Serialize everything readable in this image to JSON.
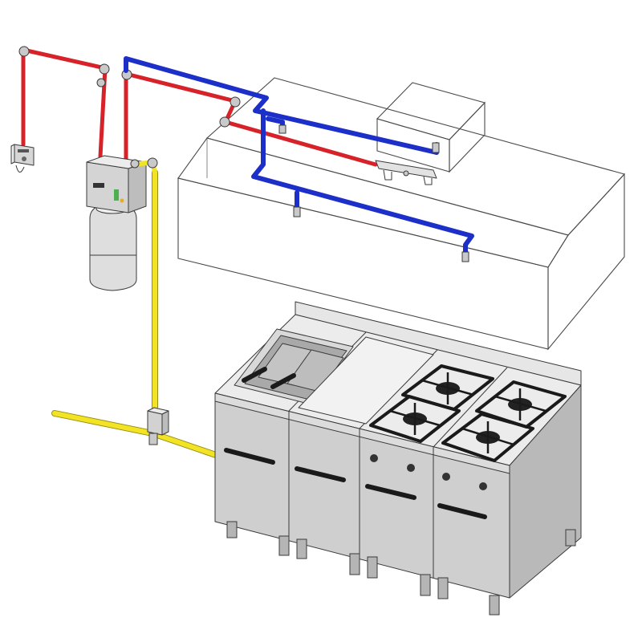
{
  "colors": {
    "agent_line": "#d8222a",
    "detection_line": "#1c2fc9",
    "gas_line": "#f2e425",
    "steel": "#c8c8c8",
    "hood_outline": "#4a4a4a"
  },
  "components": [
    {
      "id": "manual-pull-station",
      "icon": "pull-station-icon"
    },
    {
      "id": "control-unit",
      "icon": "control-box-icon"
    },
    {
      "id": "agent-cylinder",
      "icon": "cylinder-icon"
    },
    {
      "id": "gas-shutoff-valve",
      "icon": "valve-icon"
    },
    {
      "id": "exhaust-hood",
      "icon": "hood-icon"
    },
    {
      "id": "duct-collar",
      "icon": "duct-icon"
    },
    {
      "id": "fusible-link-detector",
      "icon": "detector-icon"
    },
    {
      "id": "deep-fryer",
      "icon": "fryer-icon"
    },
    {
      "id": "griddle",
      "icon": "griddle-icon"
    },
    {
      "id": "range-burners",
      "icon": "burner-icon"
    }
  ]
}
